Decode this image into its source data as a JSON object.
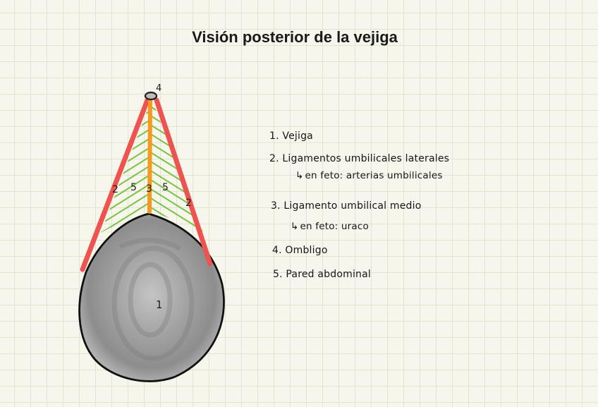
{
  "title": "Visión posterior de la vejiga",
  "diagram": {
    "labels": {
      "bladder": "1",
      "lateral_ligament_left": "2",
      "lateral_ligament_right": "2",
      "median_ligament": "3",
      "umbilicus": "4",
      "abdominal_wall_left": "5",
      "abdominal_wall_right": "5"
    },
    "colors": {
      "lateral_ligaments": "#ef5350",
      "median_ligament": "#f59a1e",
      "abdominal_wall_hatch": "#7cc243",
      "bladder_fill": "#9d9d9d",
      "outline": "#111111"
    }
  },
  "legend": {
    "item1": "1. Vejiga",
    "item2": "2. Ligamentos umbilicales laterales",
    "item2_sub_arrow": "↳",
    "item2_sub": "en feto: arterias umbilicales",
    "item3": "3. Ligamento umbilical medio",
    "item3_sub_arrow": "↳",
    "item3_sub": "en feto: uraco",
    "item4": "4. Ombligo",
    "item5": "5. Pared abdominal"
  }
}
